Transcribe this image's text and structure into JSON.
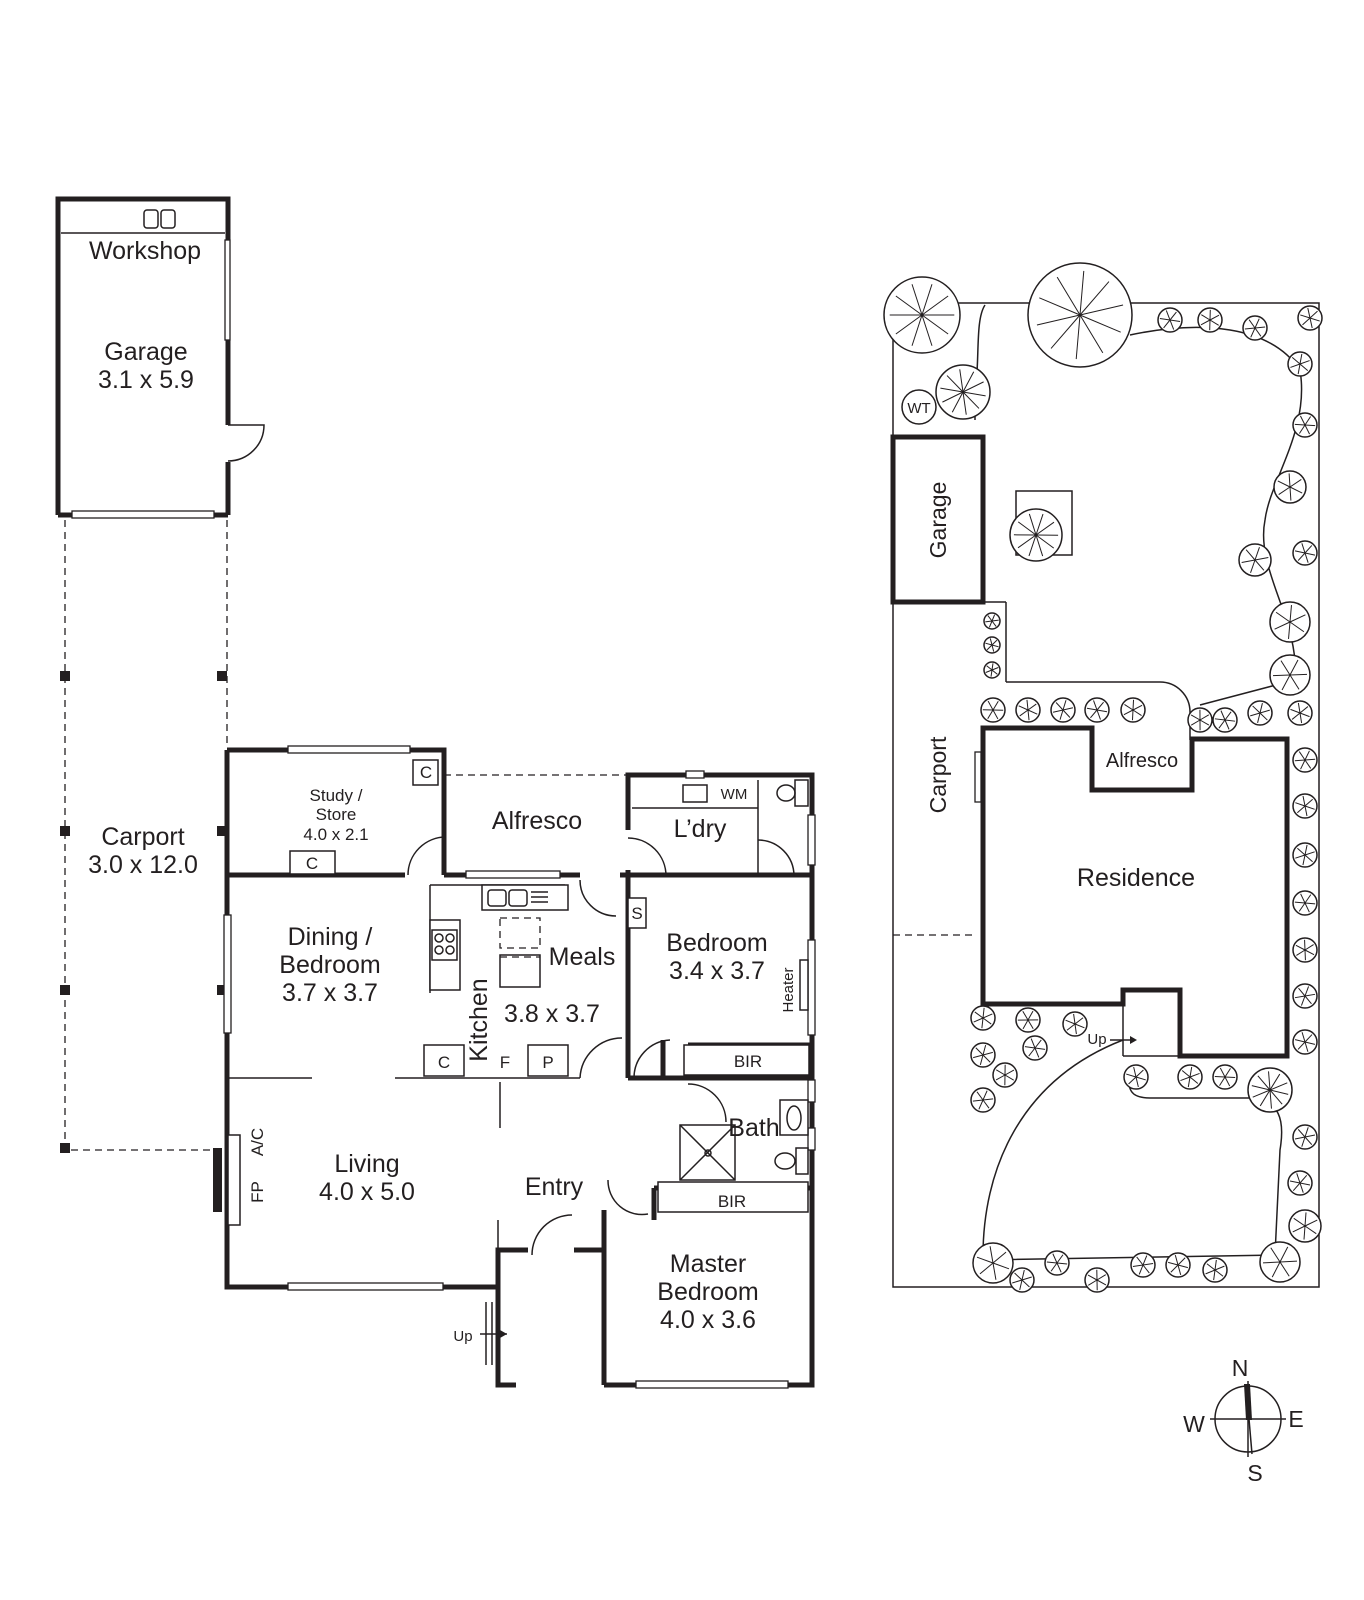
{
  "floor_plan": {
    "workshop": "Workshop",
    "garage": {
      "name": "Garage",
      "size": "3.1 x 5.9"
    },
    "carport": {
      "name": "Carport",
      "size": "3.0 x 12.0"
    },
    "study": {
      "name1": "Study /",
      "name2": "Store",
      "size": "4.0 x 2.1"
    },
    "alfresco": "Alfresco",
    "laundry": "L’dry",
    "wm": "WM",
    "dining": {
      "name1": "Dining /",
      "name2": "Bedroom",
      "size": "3.7 x 3.7"
    },
    "kitchen": "Kitchen",
    "meals": {
      "name": "Meals",
      "size": "3.8 x 3.7"
    },
    "bedroom": {
      "name": "Bedroom",
      "size": "3.4 x 3.7"
    },
    "heater": "Heater",
    "s_label": "S",
    "c_label": "C",
    "f_label": "F",
    "p_label": "P",
    "bir": "BIR",
    "bath": "Bath",
    "ac": "A/C",
    "fp": "FP",
    "living": {
      "name": "Living",
      "size": "4.0 x 5.0"
    },
    "entry": "Entry",
    "master": {
      "name1": "Master",
      "name2": "Bedroom",
      "size": "4.0 x 3.6"
    },
    "up": "Up"
  },
  "site_plan": {
    "wt": "WT",
    "garage": "Garage",
    "carport": "Carport",
    "alfresco": "Alfresco",
    "residence": "Residence",
    "up": "Up"
  },
  "compass": {
    "n": "N",
    "e": "E",
    "s": "S",
    "w": "W"
  },
  "colors": {
    "ink": "#231f20",
    "background": "#ffffff"
  }
}
